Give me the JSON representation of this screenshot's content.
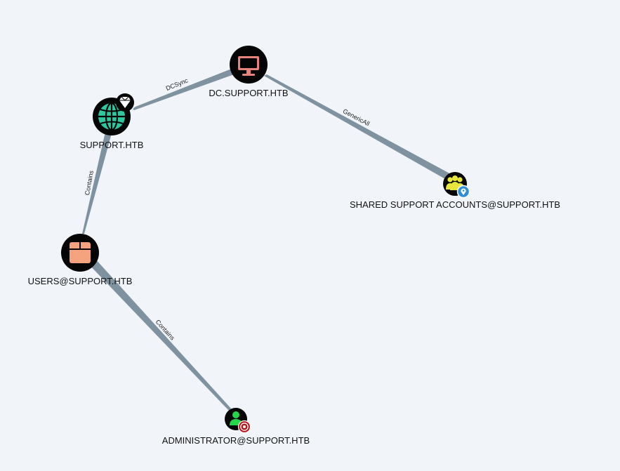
{
  "graph": {
    "nodes": {
      "dc": {
        "label": "DC.SUPPORT.HTB",
        "icon": "computer-icon",
        "icon_color": "#e8837b",
        "type": "Computer"
      },
      "domain": {
        "label": "SUPPORT.HTB",
        "icon": "globe-icon",
        "icon_color": "#2ec8a0",
        "badge": "gem-icon",
        "type": "Domain"
      },
      "shared": {
        "label": "SHARED SUPPORT ACCOUNTS@SUPPORT.HTB",
        "icon": "group-icon",
        "icon_color": "#e6e63c",
        "badge": "map-pin-icon",
        "type": "Group"
      },
      "users": {
        "label": "USERS@SUPPORT.HTB",
        "icon": "container-icon",
        "icon_color": "#f4a37e",
        "type": "Container"
      },
      "admin": {
        "label": "ADMINISTRATOR@SUPPORT.HTB",
        "icon": "user-icon",
        "icon_color": "#26d64a",
        "badge": "target-icon",
        "type": "User"
      }
    },
    "edges": {
      "dcsync": {
        "label": "DCSync",
        "from": "domain",
        "to": "dc"
      },
      "genericall": {
        "label": "GenericAll",
        "from": "dc",
        "to": "shared"
      },
      "contains1": {
        "label": "Contains",
        "from": "domain",
        "to": "users"
      },
      "contains2": {
        "label": "Contains",
        "from": "users",
        "to": "admin"
      }
    },
    "colors": {
      "background": "#f1f5fa",
      "edge": "#7e929f",
      "node_bg": "#050505"
    }
  }
}
